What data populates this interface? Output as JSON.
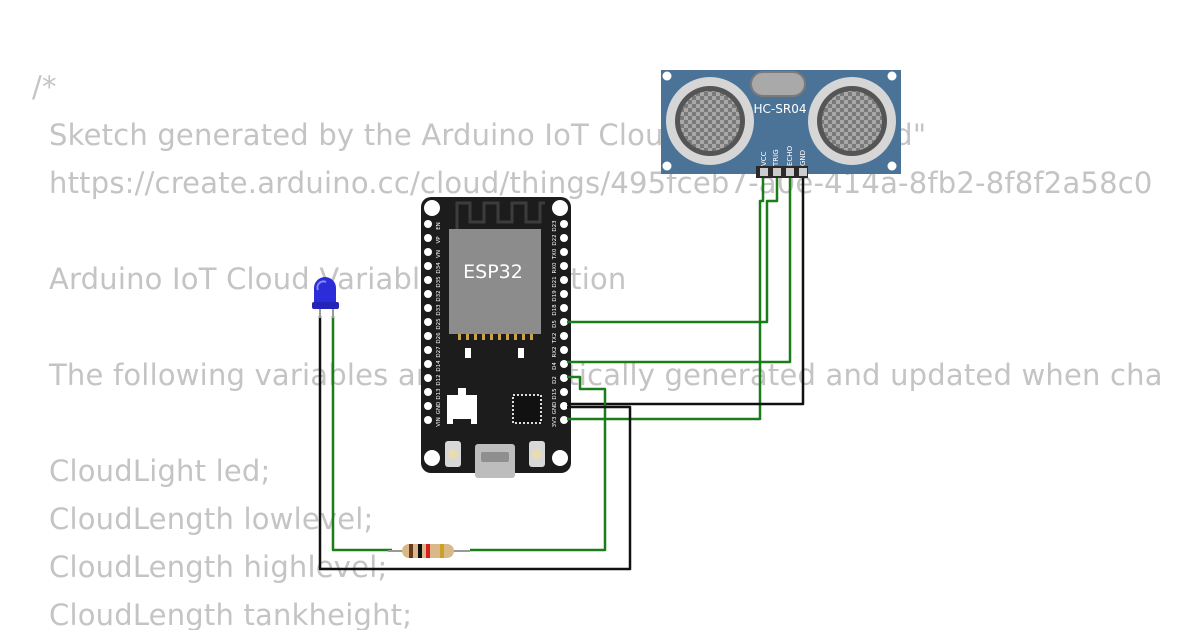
{
  "code": {
    "lines": [
      "/*",
      "Sketch generated by the Arduino IoT Cloud Thing \"Untitled\"",
      "https://create.arduino.cc/cloud/things/495fceb7-a0e-414a-8fb2-8f8f2a58c0",
      "",
      "Arduino IoT Cloud Variables description",
      "",
      "The following variables are automatically generated and updated when changes are made to the Thing",
      "",
      "CloudLight led;",
      "CloudLength lowlevel;",
      "CloudLength highlevel;",
      "CloudLength tankheight;"
    ]
  },
  "esp32": {
    "chip_label": "ESP32",
    "left_pins": [
      "EN",
      "VP",
      "VN",
      "D34",
      "D35",
      "D32",
      "D33",
      "D25",
      "D26",
      "D27",
      "D14",
      "D12",
      "D13",
      "GND",
      "VIN"
    ],
    "right_pins": [
      "D23",
      "D22",
      "TX0",
      "RX0",
      "D21",
      "D19",
      "D18",
      "D5",
      "TX2",
      "RX2",
      "D4",
      "D2",
      "D15",
      "GND",
      "3V3"
    ]
  },
  "sensor": {
    "label": "HC-SR04",
    "pins": [
      "VCC",
      "TRIG",
      "ECHO",
      "GND"
    ]
  },
  "colors": {
    "code_text": "#c4c4c4",
    "wire_green": "#1a7d1a",
    "wire_black": "#111111",
    "board": "#1c1c1c",
    "chip": "#8c8c8c",
    "sensor_board": "#4a7397",
    "led": "#2c2cd8"
  }
}
